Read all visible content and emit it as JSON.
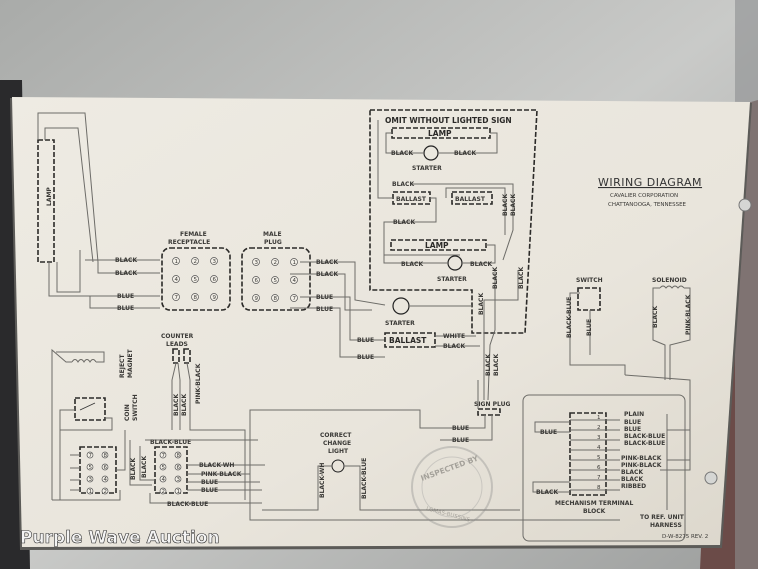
{
  "header": {
    "title": "WIRING DIAGRAM",
    "company": "CAVALIER CORPORATION",
    "location": "CHATTANOOGA, TENNESSEE"
  },
  "sign_section": {
    "title": "OMIT WITHOUT LIGHTED SIGN",
    "lamp": "LAMP",
    "starter": "STARTER",
    "ballast": "BALLAST",
    "black": "BLACK",
    "white": "WHITE"
  },
  "components": {
    "lamp": "LAMP",
    "female_receptacle": [
      "FEMALE",
      "RECEPTACLE"
    ],
    "male_plug": [
      "MALE",
      "PLUG"
    ],
    "switch": "SWITCH",
    "solenoid": "SOLENOID",
    "sign_plug": "SIGN PLUG",
    "counter_leads": [
      "COUNTER",
      "LEADS"
    ],
    "reject_magnet": [
      "REJECT",
      "MAGNET"
    ],
    "coin_switch": [
      "COIN",
      "SWITCH"
    ],
    "correct_change_light": [
      "CORRECT",
      "CHANGE",
      "LIGHT"
    ],
    "mechanism_terminal_block": [
      "MECHANISM TERMINAL",
      "BLOCK"
    ],
    "to_ref_unit_harness": [
      "TO REF. UNIT",
      "HARNESS"
    ],
    "starter": "STARTER",
    "ballast": "BALLAST"
  },
  "wires": {
    "black": "BLACK",
    "blue": "BLUE",
    "white": "WHITE",
    "black_blue": "BLACK-BLUE",
    "pink_black": "PINK-BLACK",
    "black_wh": "BLACK-WH",
    "plain": "PLAIN",
    "ribbed": "RIBBED"
  },
  "terminal_numbers": [
    "1",
    "2",
    "3",
    "4",
    "5",
    "6",
    "7",
    "8"
  ],
  "receptacle_pins": [
    "1",
    "2",
    "3",
    "4",
    "5",
    "6",
    "7",
    "8",
    "9"
  ],
  "plug_pins": [
    "3",
    "2",
    "1",
    "6",
    "5",
    "4",
    "9",
    "8",
    "7"
  ],
  "stamp": [
    "INSPECTED BY",
    "LOMAS-BUSSINS"
  ],
  "part_number": "D-W-8275  REV. 2",
  "watermark": "Purple Wave Auction"
}
